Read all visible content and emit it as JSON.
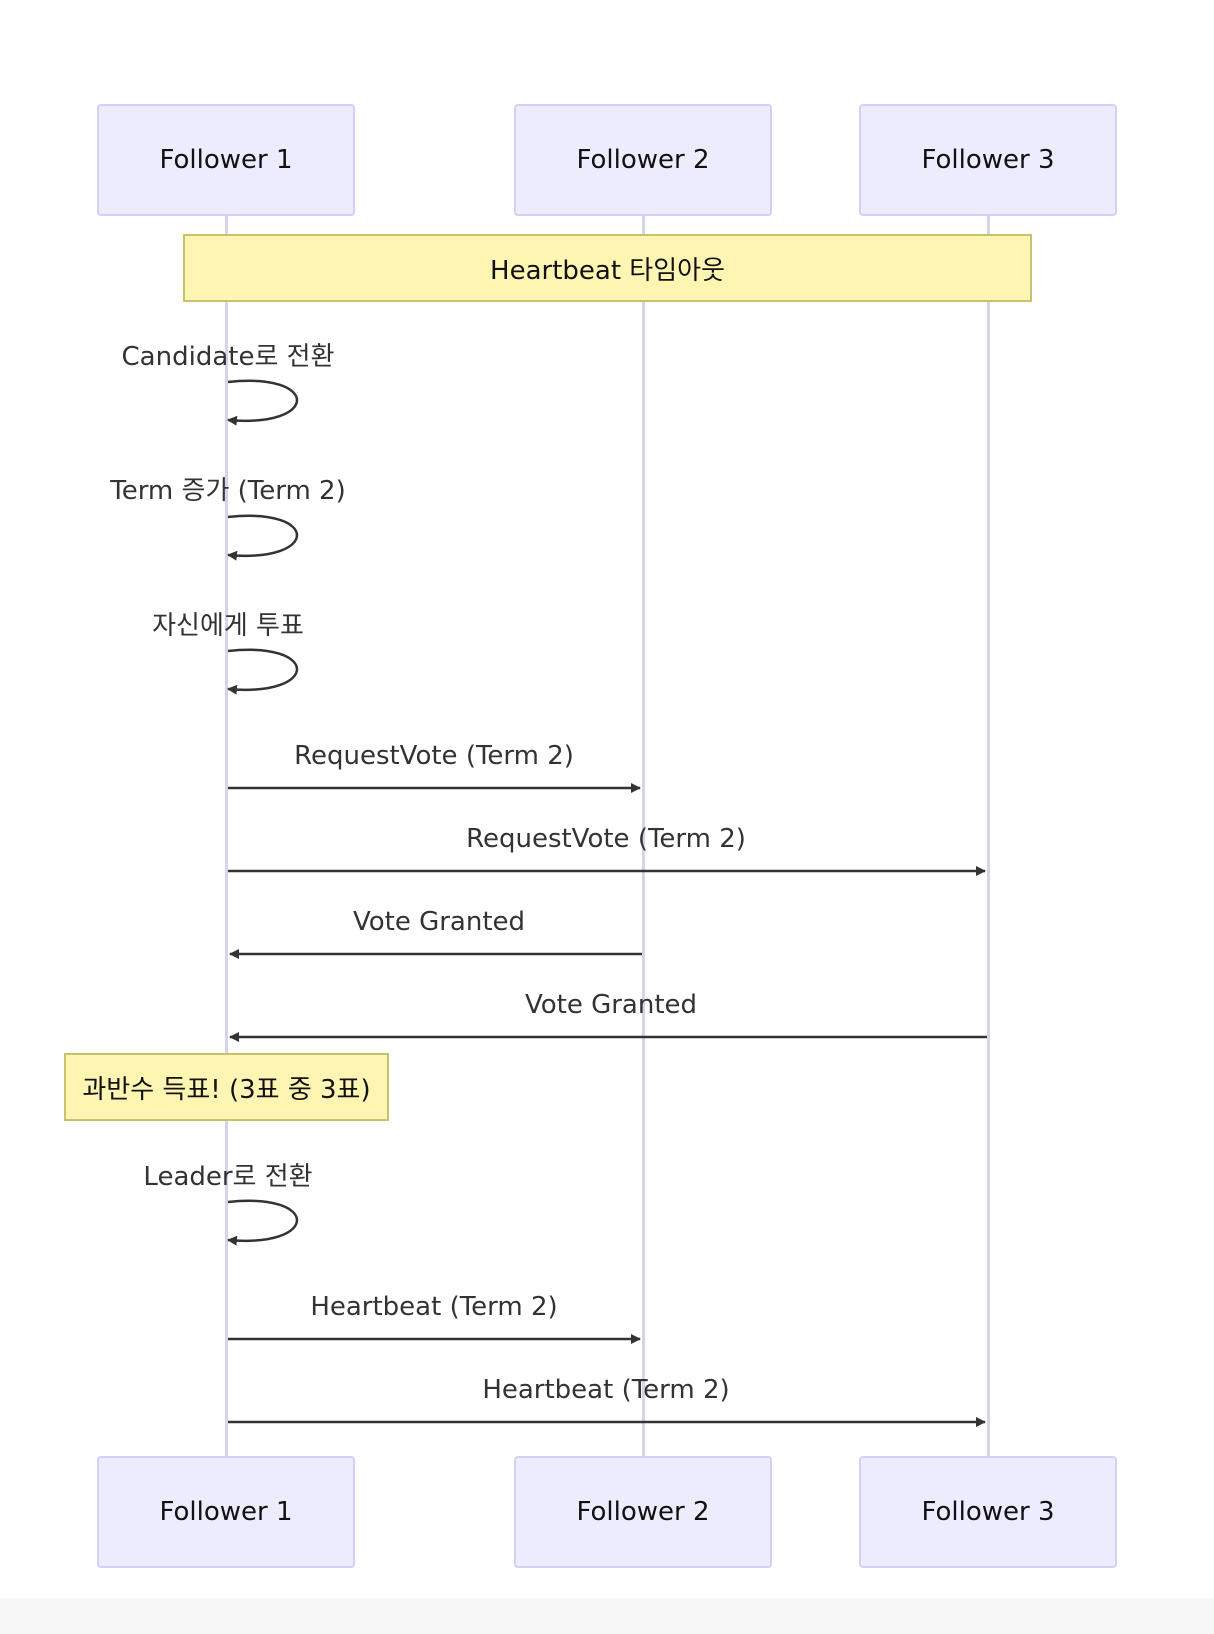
{
  "participants": [
    {
      "id": "f1",
      "label": "Follower 1"
    },
    {
      "id": "f2",
      "label": "Follower 2"
    },
    {
      "id": "f3",
      "label": "Follower 3"
    }
  ],
  "notes": {
    "timeout": "Heartbeat 타임아웃",
    "majority": "과반수 득표! (3표 중 3표)"
  },
  "self_messages": [
    {
      "participant": "f1",
      "text": "Candidate로 전환"
    },
    {
      "participant": "f1",
      "text": "Term 증가 (Term 2)"
    },
    {
      "participant": "f1",
      "text": "자신에게 투표"
    },
    {
      "participant": "f1",
      "text": "Leader로 전환"
    }
  ],
  "messages": [
    {
      "from": "f1",
      "to": "f2",
      "text": "RequestVote (Term 2)"
    },
    {
      "from": "f1",
      "to": "f3",
      "text": "RequestVote (Term 2)"
    },
    {
      "from": "f2",
      "to": "f1",
      "text": "Vote Granted"
    },
    {
      "from": "f3",
      "to": "f1",
      "text": "Vote Granted"
    },
    {
      "from": "f1",
      "to": "f2",
      "text": "Heartbeat (Term 2)"
    },
    {
      "from": "f1",
      "to": "f3",
      "text": "Heartbeat (Term 2)"
    }
  ],
  "colors": {
    "actor_fill": "#ececfe",
    "actor_border": "#d3cff6",
    "lifeline": "#d8d2ee",
    "note_fill": "#fff5b3",
    "note_border": "#c8c26a",
    "arrow": "#333333"
  }
}
